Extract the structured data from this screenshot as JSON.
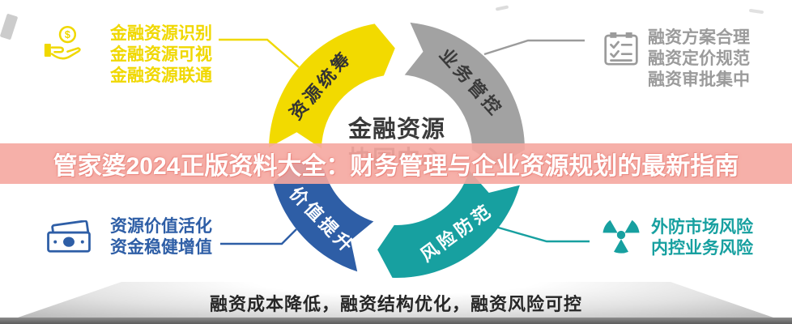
{
  "banner": {
    "text": "管家婆2024正版资料大全：财务管理与企业资源规划的最新指南",
    "bg_color": "#f5a8a1",
    "text_color": "#ffffff"
  },
  "center": {
    "title": "金融资源",
    "subtitle": "协同中心"
  },
  "ring": {
    "segments": [
      {
        "id": "resource-coordination",
        "label": "资源统筹",
        "color": "#f2da00",
        "text_color": "#333333"
      },
      {
        "id": "business-control",
        "label": "业务管控",
        "color": "#a2a2a2",
        "text_color": "#3a3a3a"
      },
      {
        "id": "risk-prevention",
        "label": "风险防范",
        "color": "#17a0a0",
        "text_color": "#ffffff"
      },
      {
        "id": "value-upgrade",
        "label": "价值提升",
        "color": "#2e5ea6",
        "text_color": "#ffffff"
      }
    ]
  },
  "callouts": {
    "top_left": {
      "icon": "coin-in-hand-icon",
      "color": "#f0d800",
      "lines": [
        "金融资源识别",
        "金融资源可视",
        "金融资源联通"
      ]
    },
    "top_right": {
      "icon": "checklist-icon",
      "color": "#9b9b9b",
      "lines": [
        "融资方案合理",
        "融资定价规范",
        "融资审批集中"
      ]
    },
    "bottom_left": {
      "icon": "banknotes-icon",
      "color": "#2e5ea6",
      "lines": [
        "资源价值活化",
        "资金稳健增值"
      ]
    },
    "bottom_right": {
      "icon": "radiation-icon",
      "color": "#17a0a0",
      "lines": [
        "外防市场风险",
        "内控业务风险"
      ]
    }
  },
  "platform": {
    "text": "融资成本降低，融资结构优化，融资风险可控"
  }
}
